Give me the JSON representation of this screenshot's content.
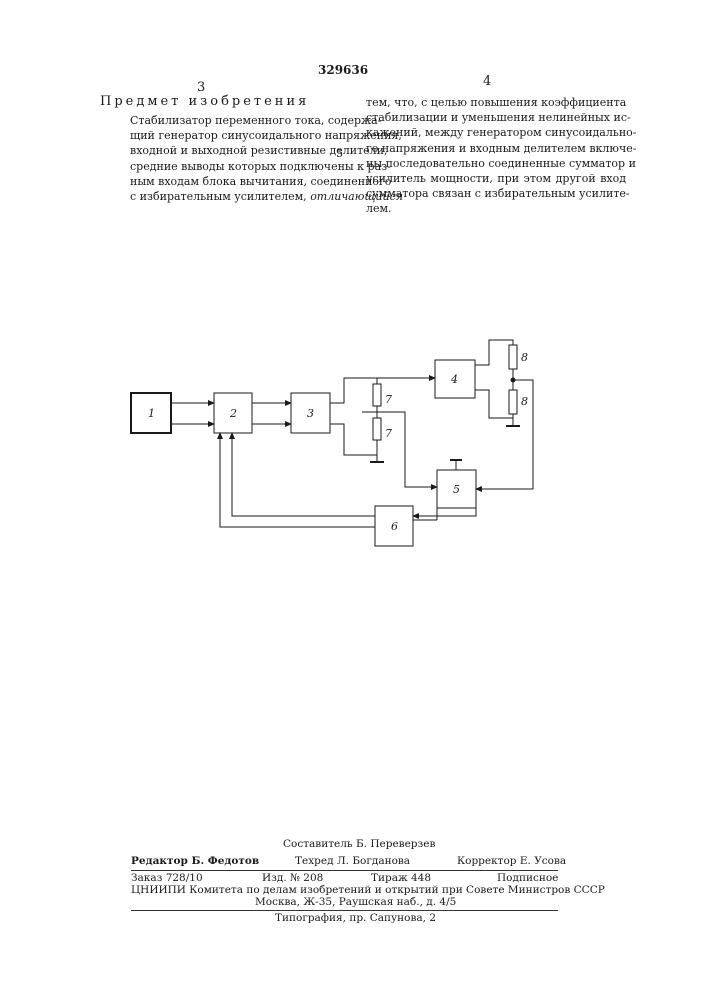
{
  "header": {
    "patent_number": "329636",
    "left_column_number": "3",
    "right_column_number": "4",
    "section_title": "Предмет изобретения"
  },
  "claim": {
    "left_lines": [
      "Стабилизатор переменного тока, содержа-",
      "щий генератор синусоидального напряжения,",
      "входной и выходной резистивные делители,",
      "средние выводы которых подключены к раз-",
      "ным входам блока вычитания, соединенного",
      "с избирательным усилителем,"
    ],
    "left_italic_tail": "отличающийся",
    "right_lines": [
      "тем, что, с целью повышения коэффициента",
      "стабилизации и уменьшения нелинейных ис-",
      "кажений, между генератором синусоидально-",
      "го напряжения и входным делителем включе-",
      "ны последовательно соединенные сумматор и",
      "усилитель мощности, при этом другой вход",
      "сумматора связан с избирательным усилите-",
      "лем."
    ],
    "line_marker": "5"
  },
  "diagram": {
    "blocks": [
      "1",
      "2",
      "3",
      "4",
      "5",
      "6"
    ],
    "resistor_labels": [
      "7",
      "7",
      "8",
      "8"
    ]
  },
  "footer": {
    "compiler": "Составитель Б. Переверзев",
    "editor": "Редактор Б. Федотов",
    "techred": "Техред Л. Богданова",
    "corrector": "Корректор Е. Усова",
    "order": "Заказ 728/10",
    "edition": "Изд. № 208",
    "circulation": "Тираж 448",
    "subscription": "Подписное",
    "institute": "ЦНИИПИ Комитета по делам изобретений и открытий при Совете Министров СССР",
    "address": "Москва, Ж-35, Раушская наб., д. 4/5",
    "printer": "Типография, пр. Сапунова, 2"
  }
}
